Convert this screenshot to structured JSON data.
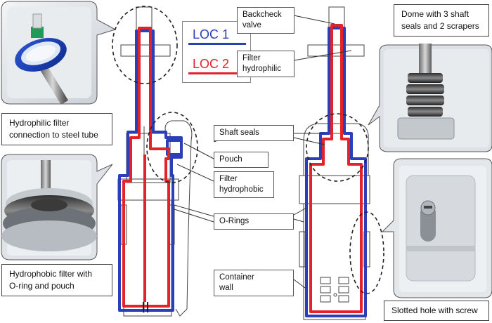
{
  "colors": {
    "loc1": "#2b3fb8",
    "loc2": "#e4222a",
    "outline": "#444444",
    "callout": "#333333"
  },
  "legend": {
    "loc1": "LOC 1",
    "loc2": "LOC 2"
  },
  "labels": {
    "backcheck": "Backcheck\nvalve",
    "filter_hydrophilic": "Filter\nhydrophilic",
    "shaft_seals": "Shaft seals",
    "pouch": "Pouch",
    "filter_hydrophobic": "Filter\nhydrophobic",
    "o_rings": "O-Rings",
    "container_wall": "Container\nwall"
  },
  "captions": {
    "hydrophilic": "Hydrophilic filter\nconnection to steel tube",
    "hydrophobic": "Hydrophobic filter with\nO-ring and pouch",
    "dome": "Dome with 3 shaft\nseals and 2 scrapers",
    "slotted": "Slotted hole with screw"
  },
  "photos": {
    "top_left": "photo-hydrophilic-filter",
    "mid_left": "photo-hydrophobic-filter",
    "top_right": "photo-dome-shaft-seals",
    "bottom_right": "photo-slotted-hole"
  }
}
